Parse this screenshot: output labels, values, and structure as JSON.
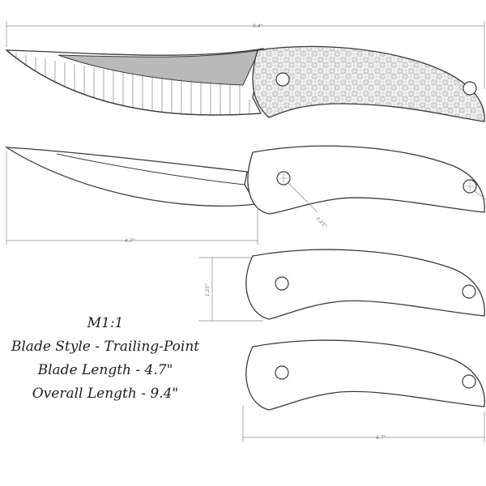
{
  "template": {
    "model": "M1:1",
    "blade_style": "Blade Style - Trailing-Point",
    "blade_length": "Blade Length - 4.7\"",
    "overall_length": "Overall Length - 9.4\""
  },
  "dimensions": {
    "overall_length_label": "9.4\"",
    "blade_length_label": "4.7\"",
    "handle_height_label": "1.25\"",
    "handle_length_label": "4.7\"",
    "pin_hole_label": "0.25\""
  },
  "colors": {
    "outline": "#3a3a3a",
    "bevel": "#b9b9b9",
    "dimension": "#8a8a8a"
  }
}
